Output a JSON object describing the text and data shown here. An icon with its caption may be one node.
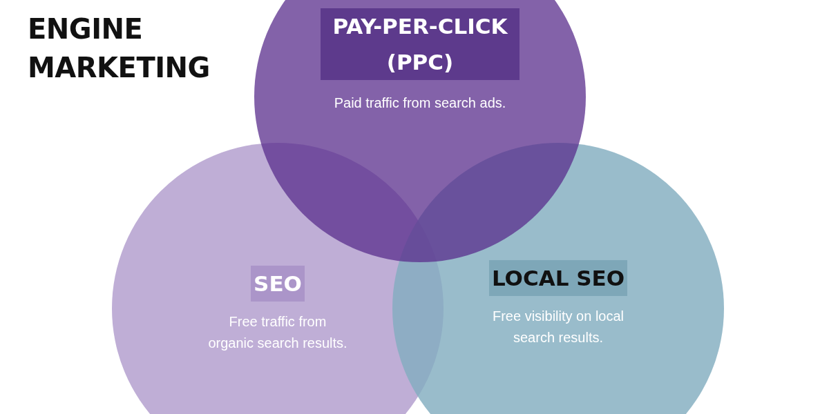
{
  "diagram": {
    "title": "ENGINE MARKETING",
    "nodes": [
      {
        "text": [
          "PAY-PER-CLICK (PPC)",
          "Paid traffic from search ads."
        ]
      },
      {
        "text": [
          "SEO",
          "Free traffic from organic search results."
        ]
      },
      {
        "text": [
          "LOCAL SEO",
          "Free visibility on local search results."
        ]
      }
    ]
  }
}
